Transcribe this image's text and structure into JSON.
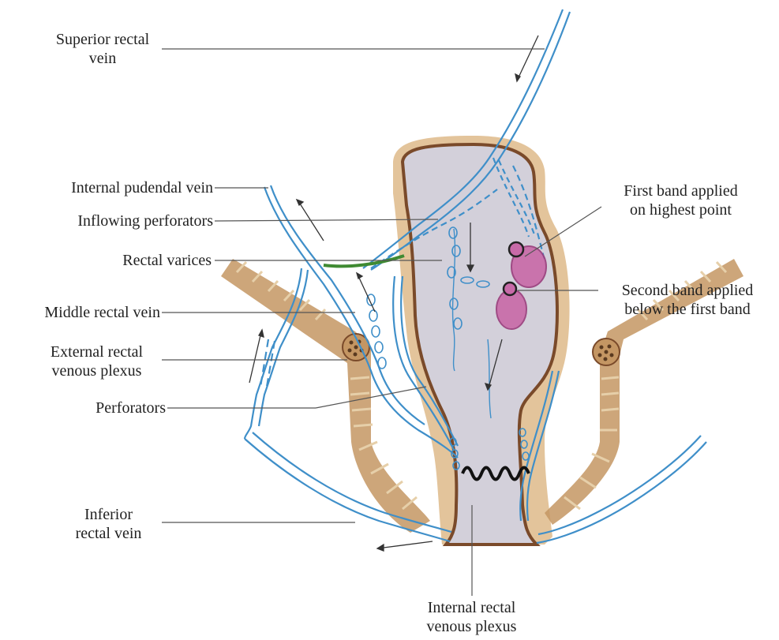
{
  "labels": {
    "superior_rectal_vein": [
      "Superior rectal",
      "vein"
    ],
    "internal_pudendal_vein": "Internal pudendal vein",
    "inflowing_perforators": "Inflowing perforators",
    "rectal_varices": "Rectal varices",
    "middle_rectal_vein": "Middle rectal vein",
    "external_rectal_venous_plexus": [
      "External rectal",
      "venous plexus"
    ],
    "perforators": "Perforators",
    "inferior_rectal_vein": [
      "Inferior",
      "rectal vein"
    ],
    "internal_rectal_venous_plexus": [
      "Internal rectal",
      "venous plexus"
    ],
    "first_band": [
      "First band applied",
      "on highest point"
    ],
    "second_band": [
      "Second band applied",
      "below the first band"
    ]
  },
  "colors": {
    "vein_blue": "#3f8fc9",
    "lumen": "#d3d0da",
    "wall_brown": "#7a4a2a",
    "outer_tan": "#e3c49b",
    "muscle": "#c49663",
    "varix_green": "#3f8a32",
    "band_pink": "#c86aa8",
    "leader_gray": "#555555"
  }
}
